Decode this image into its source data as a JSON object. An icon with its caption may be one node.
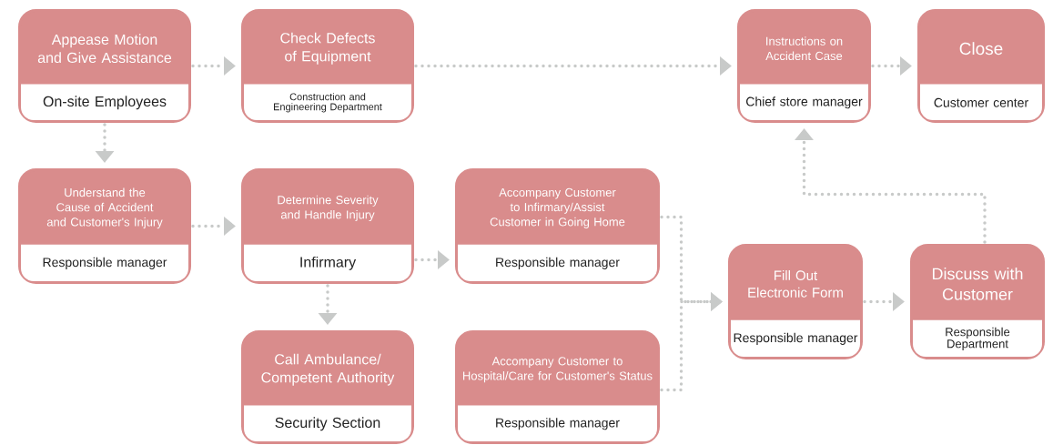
{
  "diagram": {
    "nodes": [
      {
        "text": [
          "Appease Motion and Give Assistance",
          "On-site Employees"
        ]
      },
      {
        "text": [
          "Check Defects of Equipment",
          "Construction and Engineering Department"
        ]
      },
      {
        "text": [
          "Instructions on Accident Case",
          "Chief store manager"
        ]
      },
      {
        "text": [
          "Close",
          "Customer center"
        ]
      },
      {
        "text": [
          "Understand the Cause of Accident and Customer's Injury",
          "Responsible manager"
        ]
      },
      {
        "text": [
          "Determine Severity and Handle Injury",
          "Infirmary"
        ]
      },
      {
        "text": [
          "Accompany Customer to Infirmary/Assist Customer in Going Home",
          "Responsible manager"
        ]
      },
      {
        "text": [
          "Fill Out Electronic Form",
          "Responsible manager"
        ]
      },
      {
        "text": [
          "Discuss with Customer",
          "Responsible Department"
        ]
      },
      {
        "text": [
          "Call Ambulance/ Competent Authority",
          "Security Section"
        ]
      },
      {
        "text": [
          "Accompany Customer to Hospital/Care for Customer's Status",
          "Responsible manager"
        ]
      }
    ],
    "edges": [
      {
        "from": 0,
        "to": 1,
        "arrow": "to"
      },
      {
        "from": 1,
        "to": 2,
        "arrow": "to"
      },
      {
        "from": 2,
        "to": 3,
        "arrow": "to"
      },
      {
        "from": 0,
        "to": 4,
        "arrow": "to"
      },
      {
        "from": 4,
        "to": 5,
        "arrow": "to"
      },
      {
        "from": 5,
        "to": 6,
        "arrow": "to"
      },
      {
        "from": 5,
        "to": 9,
        "arrow": "to"
      },
      {
        "from": 6,
        "to": 7,
        "arrow": "to"
      },
      {
        "from": 10,
        "to": 7,
        "arrow": "to"
      },
      {
        "from": 7,
        "to": 8,
        "arrow": "to"
      },
      {
        "from": 8,
        "to": 2,
        "arrow": "to"
      }
    ]
  }
}
